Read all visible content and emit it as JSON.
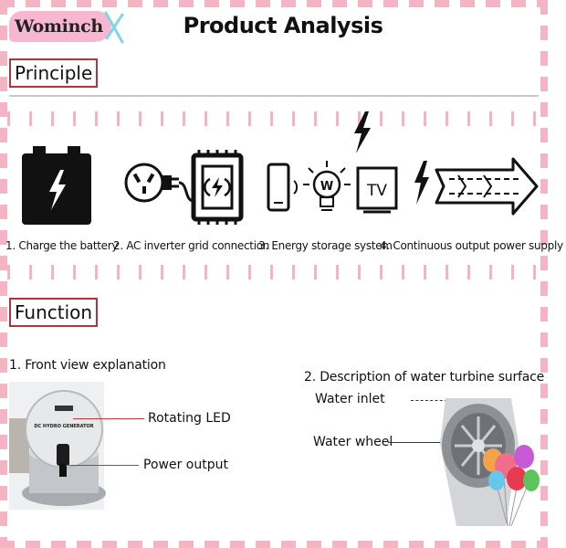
{
  "brand": {
    "name": "Wominch"
  },
  "page_title": "Product Analysis",
  "principle": {
    "heading": "Principle",
    "steps": [
      {
        "label": "1. Charge the battery",
        "icon": "battery-icon"
      },
      {
        "label": "2. AC inverter grid connection",
        "icon": "plug-inverter-icon"
      },
      {
        "label": "3. Energy storage system",
        "icon": "phone-bulb-tv-icon"
      },
      {
        "label": "4. Continuous output power supply",
        "icon": "arrow-flow-icon"
      }
    ],
    "tv_label": "TV",
    "bulb_label": "W"
  },
  "function": {
    "heading": "Function",
    "front_view": {
      "title": "1. Front view explanation",
      "device_label": "DC HYDRO GENERATOR",
      "callouts": [
        "Rotating LED",
        "Power output"
      ]
    },
    "turbine": {
      "title": "2. Description of water turbine surface",
      "callouts": [
        "Water inlet",
        "Water wheel"
      ]
    }
  },
  "colors": {
    "accent_red": "#b1343a",
    "brand_pink": "#f7b7cf",
    "dash_pink": "#f4b4c4"
  }
}
